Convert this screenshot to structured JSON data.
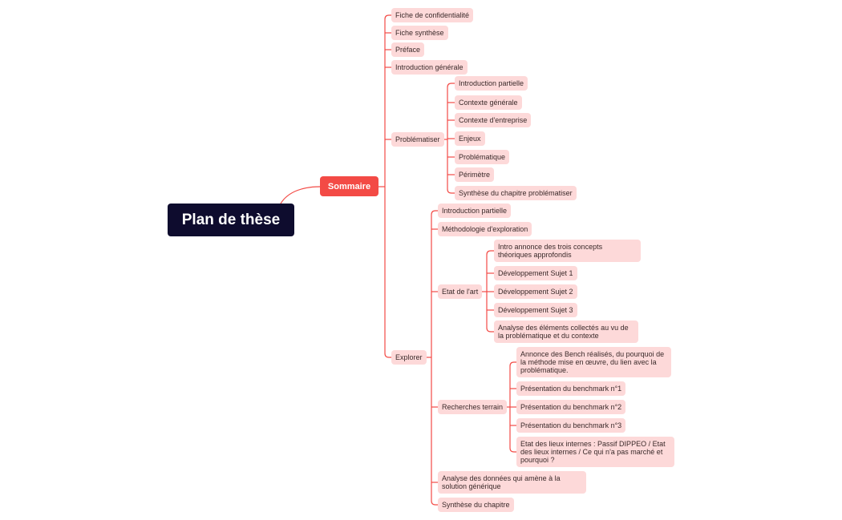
{
  "root": {
    "label": "Plan de thèse"
  },
  "main": {
    "label": "Sommaire",
    "children": [
      {
        "label": "Fiche de confidentialité"
      },
      {
        "label": "Fiche synthèse"
      },
      {
        "label": "Préface"
      },
      {
        "label": "Introduction générale"
      },
      {
        "label": "Problématiser",
        "children": [
          {
            "label": "Introduction partielle"
          },
          {
            "label": "Contexte générale"
          },
          {
            "label": "Contexte d'entreprise"
          },
          {
            "label": "Enjeux"
          },
          {
            "label": "Problématique"
          },
          {
            "label": "Périmètre"
          },
          {
            "label": "Synthèse du chapitre problématiser"
          }
        ]
      },
      {
        "label": "Explorer",
        "children": [
          {
            "label": "Introduction partielle"
          },
          {
            "label": "Méthodologie d'exploration"
          },
          {
            "label": "Etat de l'art",
            "children": [
              {
                "label": "Intro annonce des trois concepts théoriques approfondis"
              },
              {
                "label": "Développement Sujet 1"
              },
              {
                "label": "Développement Sujet 2"
              },
              {
                "label": "Développement Sujet 3"
              },
              {
                "label": "Analyse des éléments collectés au vu de la problématique et du contexte"
              }
            ]
          },
          {
            "label": "Recherches terrain",
            "children": [
              {
                "label": "Annonce des Bench réalisés, du pourquoi de la méthode mise en œuvre, du lien avec la problématique."
              },
              {
                "label": "Présentation du benchmark n°1"
              },
              {
                "label": "Présentation du benchmark n°2"
              },
              {
                "label": "Présentation du benchmark n°3"
              },
              {
                "label": "Etat des lieux internes : Passif DIPPEO / Etat des lieux internes / Ce qui n'a pas marché et pourquoi ?"
              }
            ]
          },
          {
            "label": "Analyse des données qui amène à la solution générique"
          },
          {
            "label": "Synthèse du chapitre"
          }
        ]
      }
    ]
  }
}
